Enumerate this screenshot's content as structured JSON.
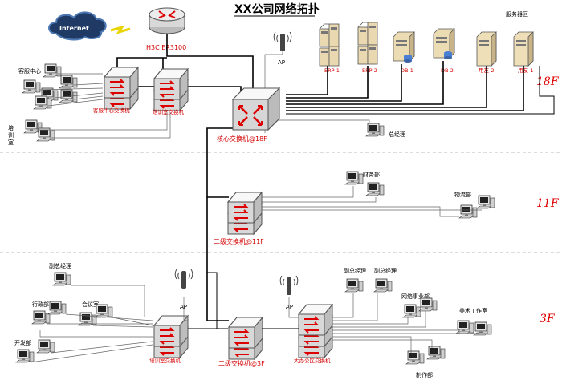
{
  "title": "XX公司网络拓扑",
  "server_area_label": "服务器区",
  "internet": {
    "label": "Internet"
  },
  "router": {
    "label": "H3C ER3100"
  },
  "ap_label": "AP",
  "servers": [
    "ERP-1",
    "ERP-2",
    "DB-1",
    "DB-2",
    "用友-2",
    "用友-1"
  ],
  "floors": {
    "f18": "18F",
    "f11": "11F",
    "f3": "3F"
  },
  "switches": {
    "core": "核心交换机@18F",
    "customer_service": "客服中心交换机",
    "training_18f": "培训室交换机",
    "secondary_11f": "二级交换机@11F",
    "training_3f": "培训室交换机",
    "secondary_3f": "二级交换机@3F",
    "office_3f": "大办公区交换机"
  },
  "departments": {
    "customer_center": "客服中心",
    "training_room": "培\n训\n室",
    "general_manager": "总经理",
    "finance": "财务部",
    "logistics": "物流部",
    "deputy_gm_left": "副总经理",
    "admin": "行政部",
    "meeting_room": "会议室",
    "development": "开发部",
    "deputy_gm_right_1": "副总经理",
    "deputy_gm_right_2": "副总经理",
    "network_business": "网络事业部",
    "art_studio": "美术工作室",
    "production": "制作部"
  }
}
